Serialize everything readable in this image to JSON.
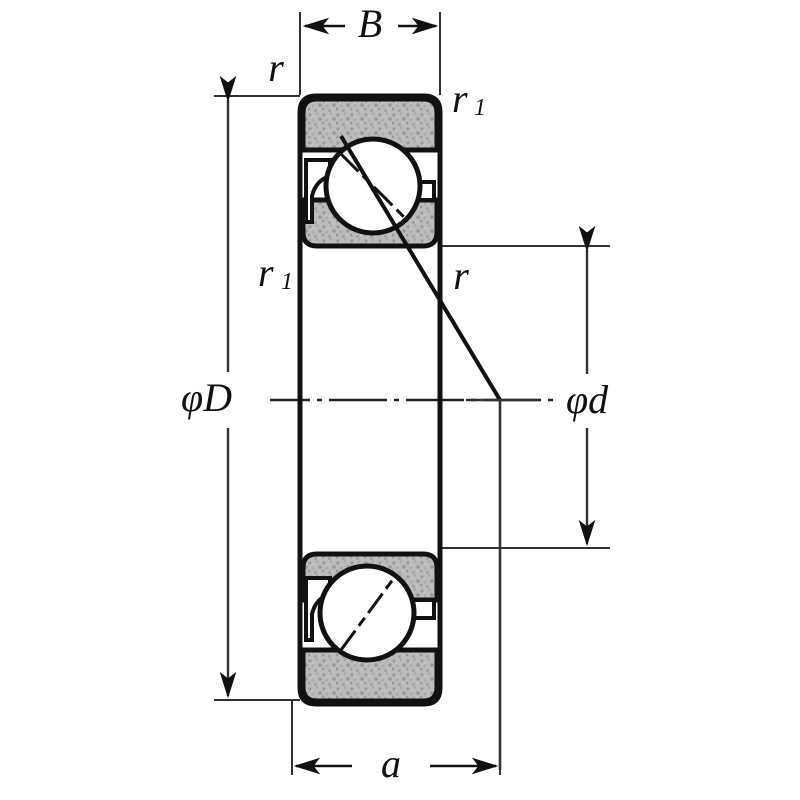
{
  "drawing": {
    "title": "Angular Contact Ball Bearing Cross-Section",
    "type": "engineering-cross-section",
    "background_color": "#ffffff",
    "line_color": "#111111",
    "hatch_color": "#b8b8b8",
    "dimensions": {
      "width_label": "B",
      "outer_diameter_label": "φD",
      "inner_diameter_label": "φd",
      "offset_label": "a",
      "chamfer_outer_label": "r",
      "chamfer_outer_label_2": "r",
      "chamfer_inner_label": "r",
      "chamfer_inner_label_2": "r",
      "chamfer_subscript": "1"
    },
    "labels": {
      "top_width": "B",
      "top_left_chamfer": "r",
      "top_right_chamfer_base": "r",
      "top_right_chamfer_sub": "1",
      "mid_left_chamfer_base": "r",
      "mid_left_chamfer_sub": "1",
      "mid_right_chamfer": "r",
      "outer_diameter": "φD",
      "inner_diameter": "φd",
      "bottom_offset": "a"
    },
    "components": [
      {
        "name": "outer-ring-upper",
        "hatched": true
      },
      {
        "name": "outer-ring-lower",
        "hatched": true
      },
      {
        "name": "inner-ring-upper",
        "hatched": true
      },
      {
        "name": "inner-ring-lower",
        "hatched": true
      },
      {
        "name": "ball-upper",
        "hatched": false
      },
      {
        "name": "ball-lower",
        "hatched": false
      },
      {
        "name": "cage-upper",
        "hatched": false
      },
      {
        "name": "cage-lower",
        "hatched": false
      },
      {
        "name": "contact-angle-line",
        "hatched": false
      },
      {
        "name": "axis-centerline",
        "hatched": false
      }
    ]
  }
}
